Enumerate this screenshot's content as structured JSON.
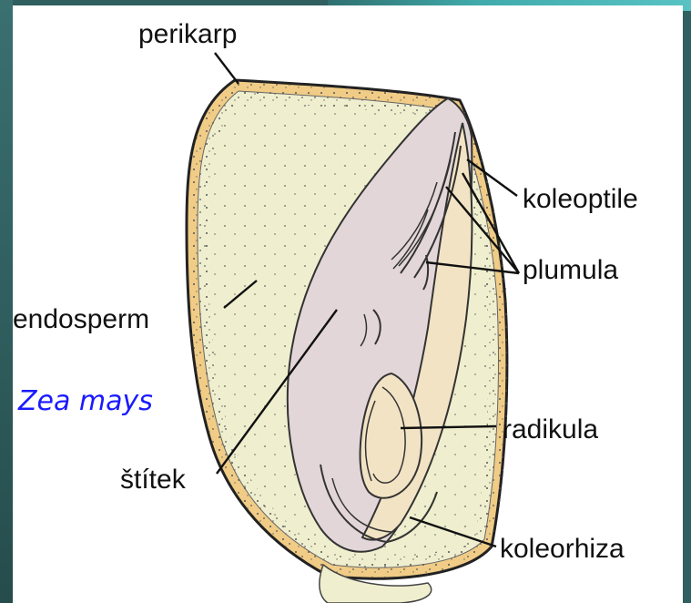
{
  "labels": {
    "perikarp": "perikarp",
    "koleoptile": "koleoptile",
    "plumula": "plumula",
    "endosperm": "endosperm",
    "radikula": "radikula",
    "stitek": "štítek",
    "koleorhiza": "koleorhiza"
  },
  "species": "Zea mays",
  "colors": {
    "pericarp": "#f0cc86",
    "endosperm": "#efefcf",
    "embryo": "#e3d6d9",
    "ink": "#222222",
    "species_text": "#1a1aff"
  }
}
